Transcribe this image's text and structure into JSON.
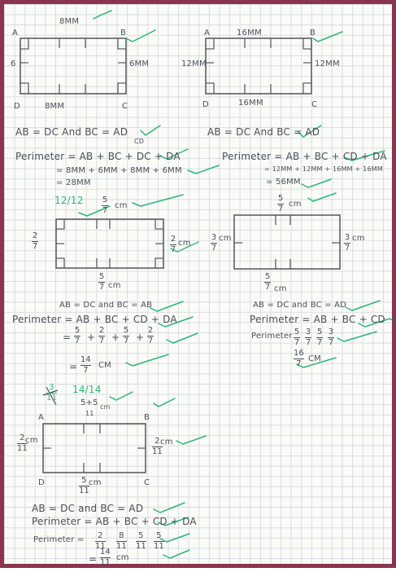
{
  "fig1": {
    "top": "8MM",
    "a": "A",
    "b": "B",
    "left": "6",
    "right": "6MM",
    "d": "D",
    "bottom": "8MM",
    "c": "C"
  },
  "fig2": {
    "top": "16MM",
    "a": "A",
    "b": "B",
    "left": "12MM",
    "right": "12MM",
    "d": "D",
    "bottom": "16MM",
    "c": "C"
  },
  "work1": {
    "l1": "AB = DC  And  BC = AD",
    "l2": "Perimeter = AB + BC + DC + DA",
    "above": "CD",
    "l3": "= 8MM + 6MM + 8MM + 6MM",
    "l4": "= 28MM"
  },
  "work2": {
    "l1": "AB = DC   And   BC = AD",
    "l2": "Perimeter = AB + BC + CD + DA",
    "l3": "= 12MM + 12MM + 16MM + 16MM",
    "l4": "= 56MM"
  },
  "score1": "12/12",
  "fig3": {
    "top_n": "5",
    "top_d": "7",
    "top_u": "cm",
    "left_n": "2",
    "left_d": "7",
    "right_n": "2",
    "right_d": "7",
    "right_u": "cm",
    "bottom_n": "5",
    "bottom_d": "7",
    "bottom_u": "cm"
  },
  "fig4": {
    "top_n": "5",
    "top_d": "7",
    "top_u": "cm",
    "left_n": "3",
    "left_d": "7",
    "left_u": "cm",
    "right_n": "3",
    "right_d": "7",
    "right_u": "cm",
    "bottom_n": "5",
    "bottom_d": "7",
    "bottom_u": "cm"
  },
  "work3": {
    "l1": "AB = DC  and  BC = AB",
    "l2": "Perimeter = AB + BC + CD + DA",
    "n": [
      "5",
      "2",
      "5",
      "2"
    ],
    "d": "7",
    "eq": "=",
    "plus": "+",
    "ans_n": "14",
    "ans_d": "7",
    "ans_u": "CM"
  },
  "work4": {
    "l1": "AB = DC  and  BC = AD",
    "l2": "Perimeter = AB + BC + CD + DA",
    "l3": "Perimeter",
    "n": [
      "5",
      "3",
      "5",
      "3"
    ],
    "d": "7",
    "ans_n": "16",
    "ans_d": "7",
    "ans_u": "CM"
  },
  "score2": "14/14",
  "crossed": "3",
  "crossed_d": "11",
  "fig5": {
    "top": "5+5",
    "top_d": "11",
    "top_u": "cm",
    "a": "A",
    "b": "B",
    "left_n": "2",
    "left_d": "11",
    "left_u": "cm",
    "right_n": "2",
    "right_d": "11",
    "right_u": "cm",
    "d": "D",
    "bottom_n": "5",
    "bottom_d": "11",
    "bottom_u": "cm",
    "c": "C"
  },
  "work5": {
    "l1": "AB = DC  and  BC = AD",
    "l2": "Perimeter = AB + BC + CD + DA",
    "l3": "Perimeter =",
    "n": [
      "2",
      "8",
      "5",
      "5"
    ],
    "d": "11",
    "ans_n": "14",
    "ans_d": "11",
    "ans_u": "cm"
  },
  "colors": {
    "border": "#8a3550",
    "ink": "#4a4f58",
    "check": "#2db57a",
    "grid": "#d8dde0"
  }
}
